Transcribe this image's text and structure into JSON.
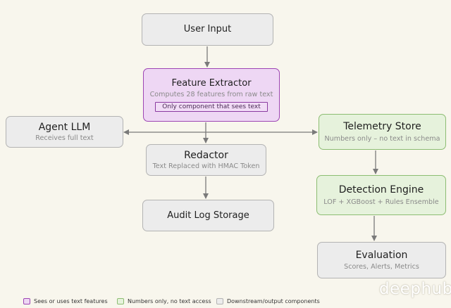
{
  "nodes": {
    "user_input": {
      "title": "User Input"
    },
    "feature_extractor": {
      "title": "Feature Extractor",
      "subtitle": "Computes 28 features from raw text",
      "highlight": "Only component that sees text"
    },
    "agent_llm": {
      "title": "Agent LLM",
      "subtitle": "Receives full text"
    },
    "redactor": {
      "title": "Redactor",
      "subtitle": "Text Replaced with HMAC Token"
    },
    "audit_log": {
      "title": "Audit Log Storage"
    },
    "telemetry_store": {
      "title": "Telemetry Store",
      "subtitle": "Numbers only – no text in schema"
    },
    "detection_engine": {
      "title": "Detection Engine",
      "subtitle": "LOF + XGBoost + Rules Ensemble"
    },
    "evaluation": {
      "title": "Evaluation",
      "subtitle": "Scores, Alerts, Metrics"
    }
  },
  "legend": [
    {
      "label": "Sees or uses text features",
      "color": "#eed7f4",
      "border": "#9d45b4"
    },
    {
      "label": "Numbers only, no text access",
      "color": "#e6f2dc",
      "border": "#8cbd72"
    },
    {
      "label": "Downstream/output components",
      "color": "#ececec",
      "border": "#b3b3b3"
    }
  ],
  "watermark": "deephub",
  "colors": {
    "arrow": "#7a7a7a",
    "background": "#f8f6ed"
  }
}
